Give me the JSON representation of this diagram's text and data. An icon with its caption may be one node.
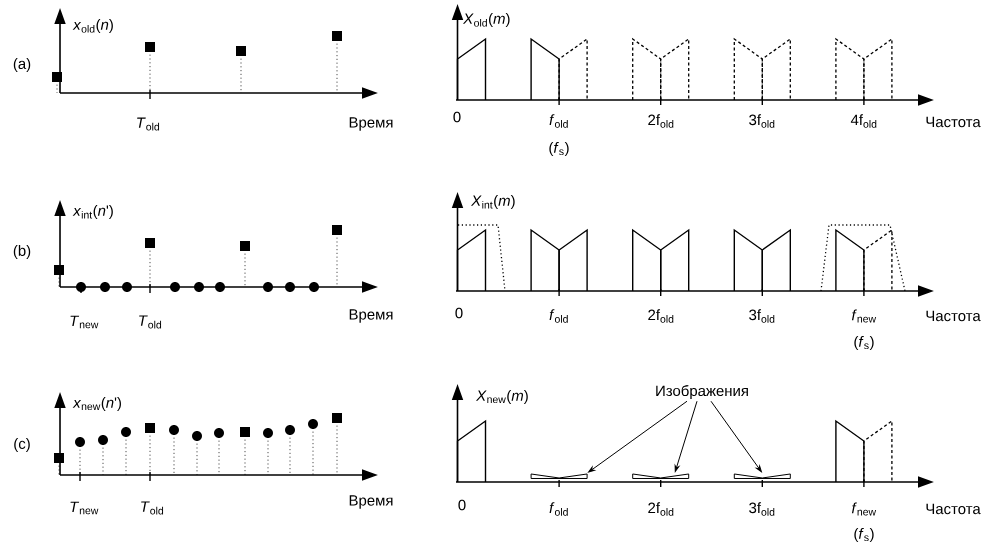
{
  "diagram": {
    "nodes": [
      {
        "text": [
          "Изображения"
        ]
      },
      {
        "text": [],
        "shape": "picture"
      },
      {
        "text": [],
        "shape": "picture"
      },
      {
        "text": [],
        "shape": "picture"
      }
    ],
    "edges": [
      {
        "from": 0,
        "to": 1,
        "arrow": "to"
      },
      {
        "from": 0,
        "to": 2,
        "arrow": "to"
      },
      {
        "from": 0,
        "to": 3,
        "arrow": "to"
      }
    ],
    "labels": [
      "(a)",
      "*x*$_{old}$(*n*)",
      "*T*$_{old}$",
      "Время",
      "*X*$_{old}$(*m*)",
      "0",
      "*f*$_{old}$",
      "(*f*$_{s}$)",
      "2f$_{old}$",
      "3f$_{old}$",
      "4f$_{old}$",
      "Частота",
      "(b)",
      "*x*$_{int}$(*n*')",
      "*T*$_{new}$",
      "*T*$_{old}$",
      "Время",
      "*X*$_{int}$(*m*)",
      "0",
      "*f*$_{old}$",
      "2f$_{old}$",
      "3f$_{old}$",
      "*f*$_{new}$",
      "(*f*$_{s}$)",
      "Частота",
      "(c)",
      "*x*$_{new}$(*n*')",
      "*T*$_{new}$",
      "*T*$_{old}$",
      "Время",
      "*X*$_{new}$(*m*)",
      "0",
      "*f*$_{old}$",
      "2f$_{old}$",
      "3f$_{old}$",
      "*f*$_{new}$",
      "(*f*$_{s}$)",
      "Частота"
    ]
  }
}
